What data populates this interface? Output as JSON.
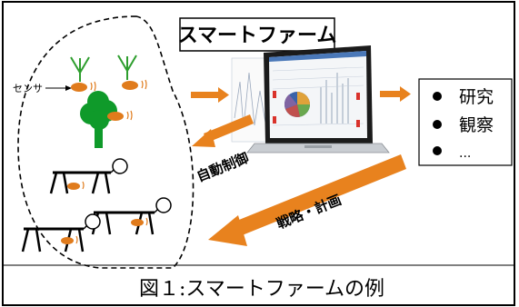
{
  "title": "スマートファーム",
  "sensor_label": "センサ",
  "outputs": [
    "研究",
    "観察",
    "..."
  ],
  "arrow_labels": {
    "auto_control": "自動制御",
    "strategy": "戦略・計画"
  },
  "caption": "図１:スマートファームの例",
  "colors": {
    "arrow": "#E8821E",
    "sensor": "#E07B1C",
    "plant": "#2E9E2E",
    "tree": "#0F9A2A",
    "border": "#000000"
  },
  "icons": [
    "laptop-icon",
    "seedling-icon",
    "tree-icon",
    "cow-icon",
    "sensor-icon",
    "arrow-icon"
  ]
}
